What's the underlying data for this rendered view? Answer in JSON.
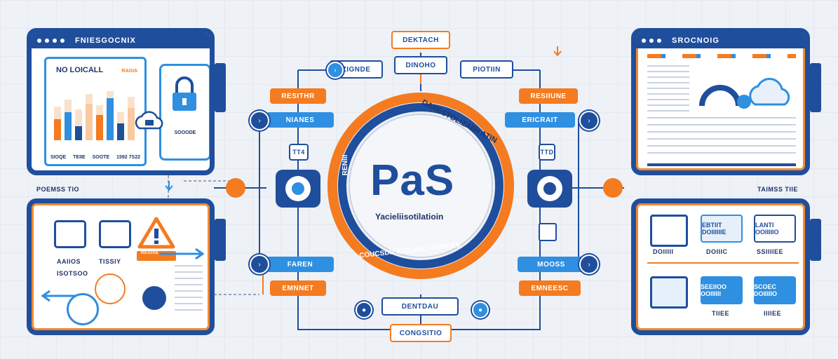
{
  "hub": {
    "title": "PaS",
    "subtitle": "Yacieliisotilatioin",
    "ring_top": "DANESTOLIZAIIH ATIN",
    "ring_left": "RENIII",
    "ring_bottom": "COUCSDR IDOLAMJ MIIIREES"
  },
  "top_panel_left": {
    "title": "FNIESGOCNIX",
    "heading": "NO LOICALL",
    "badge": "RAGIA",
    "caption": "SOOODE",
    "bar_labels": [
      "SIOQE",
      "TEIIE",
      "SOOTE",
      "1592 7S22"
    ]
  },
  "top_panel_right": {
    "title": "SROCNOIG"
  },
  "bottom_panel_left": {
    "heading": "POEMSS TIO",
    "labels": [
      "AAIIOS",
      "TISSIY",
      "ISOTSOO",
      "REOIIIE"
    ]
  },
  "bottom_panel_right": {
    "heading": "TAIMSS TIIE",
    "cards": [
      "EBTIIT DOIIIIIIE",
      "LANTI OOIIIIIO",
      "SEEIIOO OOIIIIII",
      "SCOEC DOIIIIIO"
    ],
    "captions": [
      "DOIIIII",
      "DOIIIC",
      "SSIIIIEE",
      "TIIEE",
      "IIIIEE"
    ]
  },
  "pills": {
    "top": "DEKTACH",
    "zignde": "ZIGNDE",
    "dinoho": "DINOHO",
    "protin": "PIOTIIN",
    "resithr": "RESITHR",
    "resiiune": "RESIIUNE",
    "nianes": "NIANES",
    "ericrait": "ERICRAIT",
    "faren": "FAREN",
    "mooss": "MOOSS",
    "emnnet": "EMNNET",
    "emneesc": "EMNEESC",
    "dentdau": "DENTDAU",
    "congsitio": "CONGSITIO"
  },
  "side_chips": {
    "left_top": "TT4",
    "right_top": "TTD"
  },
  "colors": {
    "navy": "#1f4e9c",
    "orange": "#f47b20",
    "blue": "#2f8fe0"
  }
}
